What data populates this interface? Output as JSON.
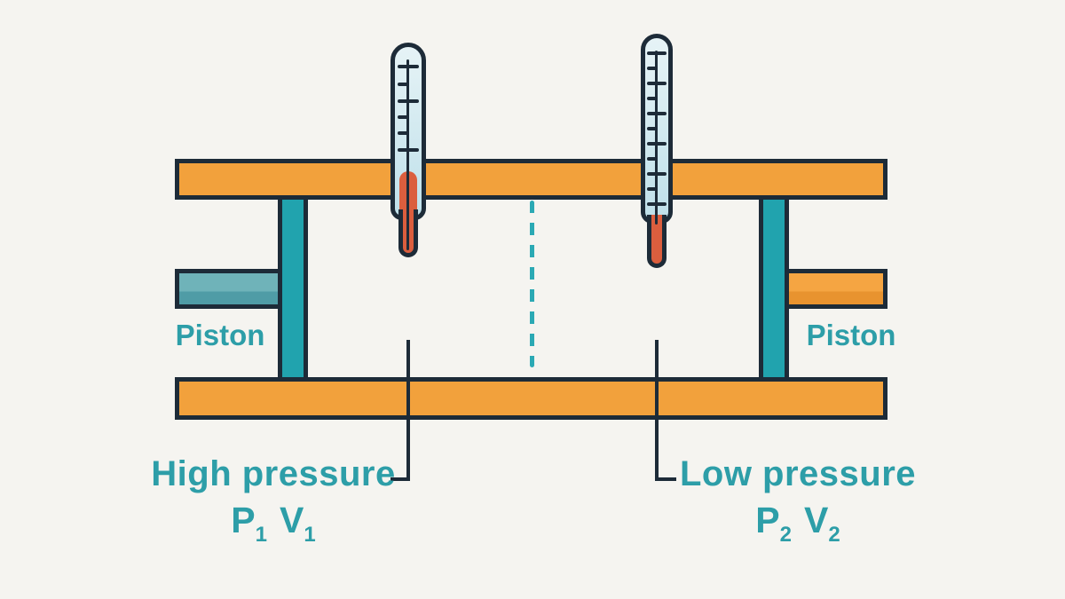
{
  "labels": {
    "piston_left": "Piston",
    "piston_right": "Piston",
    "high": {
      "title": "High pressure",
      "f1_sym": "P",
      "f1_sub": "1",
      "f2_sym": "V",
      "f2_sub": "1"
    },
    "low": {
      "title": "Low pressure",
      "f1_sym": "P",
      "f1_sub": "2",
      "f2_sym": "V",
      "f2_sub": "2"
    }
  },
  "colors": {
    "background": "#F5F4F0",
    "outline": "#1D2B38",
    "wall_orange": "#F2A13C",
    "piston_teal": "#21A3AE",
    "rod_teal_light": "#6FB3B9",
    "rod_teal_dark": "#4F9CA6",
    "rod_orange_light": "#F5A542",
    "rod_orange_dark": "#E8932F",
    "glass_light": "#E6F3F6",
    "glass_dark": "#BFE0EA",
    "mercury_red": "#DB5E3E",
    "dash_teal": "#2BA9B4",
    "label_teal": "#2D9EA8"
  }
}
